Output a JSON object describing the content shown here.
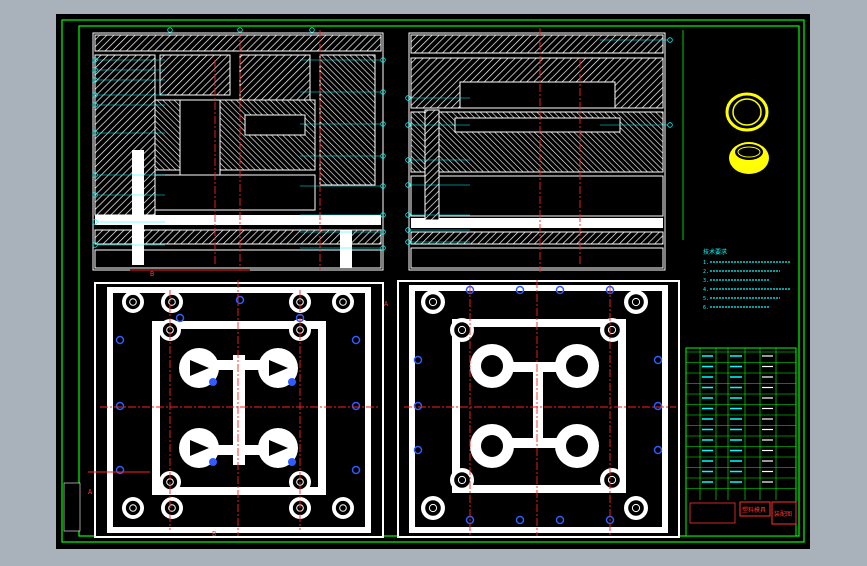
{
  "viewer": {
    "background": "#a9b1bb",
    "canvas_color": "#000000"
  },
  "drawing": {
    "frame_color": "#00ff00",
    "outline_color": "#ffffff",
    "hatch_color": "#ffffff",
    "center_line_color": "#ff2020",
    "leader_color": "#00ffff",
    "part_color": "#ffff00",
    "annotation_color": "#2e5cff"
  },
  "section_marks": {
    "a_left": "A",
    "a_right": "A",
    "b_top": "B",
    "b_bottom": "B"
  },
  "tech_requirements": {
    "heading": "技术要求",
    "lines": [
      "1.",
      "2.",
      "3.",
      "4.",
      "5.",
      "6."
    ]
  },
  "title_block": {
    "stamp": "塑料模具",
    "drawing_title": "装配图"
  },
  "icons": [
    "ring-part-icon",
    "cup-part-icon"
  ]
}
